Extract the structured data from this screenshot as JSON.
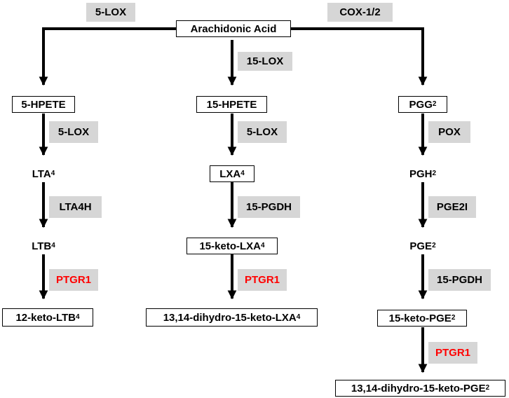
{
  "source": "Arachidonic Acid",
  "top_enzymes": {
    "left": "5-LOX",
    "center": "15-LOX",
    "right": "COX-1/2"
  },
  "pathways": {
    "lox5": {
      "n1": "5-HPETE",
      "e1": "5-LOX",
      "n2": {
        "base": "LTA",
        "sub": "4"
      },
      "e2": "LTA4H",
      "n3": {
        "base": "LTB",
        "sub": "4"
      },
      "e3": "PTGR1",
      "n4": {
        "base": "12-keto-LTB",
        "sub": "4"
      }
    },
    "lox15": {
      "n1": "15-HPETE",
      "e1": "5-LOX",
      "n2": {
        "base": "LXA",
        "sub": "4"
      },
      "e2": "15-PGDH",
      "n3": {
        "base": "15-keto-LXA",
        "sub": "4"
      },
      "e3": "PTGR1",
      "n4": {
        "base": "13,14-dihydro-15-keto-LXA",
        "sub": "4"
      }
    },
    "cox": {
      "n1": {
        "base": "PGG",
        "sub": "2"
      },
      "e1": "POX",
      "n2": {
        "base": "PGH",
        "sub": "2"
      },
      "e2": "PGE2I",
      "n3": {
        "base": "PGE",
        "sub": "2"
      },
      "e3": "15-PGDH",
      "n4": {
        "base": "15-keto-PGE",
        "sub": "2"
      },
      "e4": "PTGR1",
      "n5": {
        "base": "13,14-dihydro-15-keto-PGE",
        "sub": "2"
      }
    }
  },
  "colors": {
    "highlight": "#ff0000",
    "enzyme_bg": "#d6d6d6",
    "line": "#000000"
  }
}
